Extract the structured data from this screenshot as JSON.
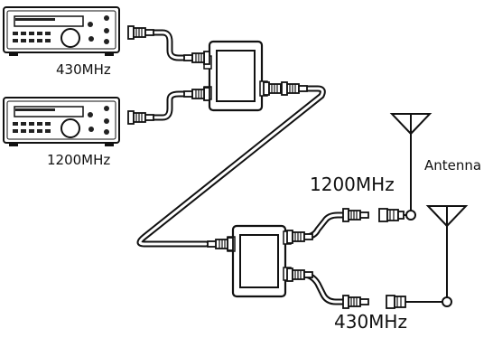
{
  "labels": {
    "radio_top_freq": "430MHz",
    "radio_bottom_freq": "1200MHz",
    "antenna": "Antenna",
    "ant_1200": "1200MHz",
    "ant_430": "430MHz"
  },
  "colors": {
    "stroke": "#111111",
    "fill": "#ffffff",
    "dark": "#222222"
  },
  "icons": [
    "radio-transceiver-icon",
    "duplexer-icon",
    "antenna-icon",
    "coax-connector-icon"
  ]
}
